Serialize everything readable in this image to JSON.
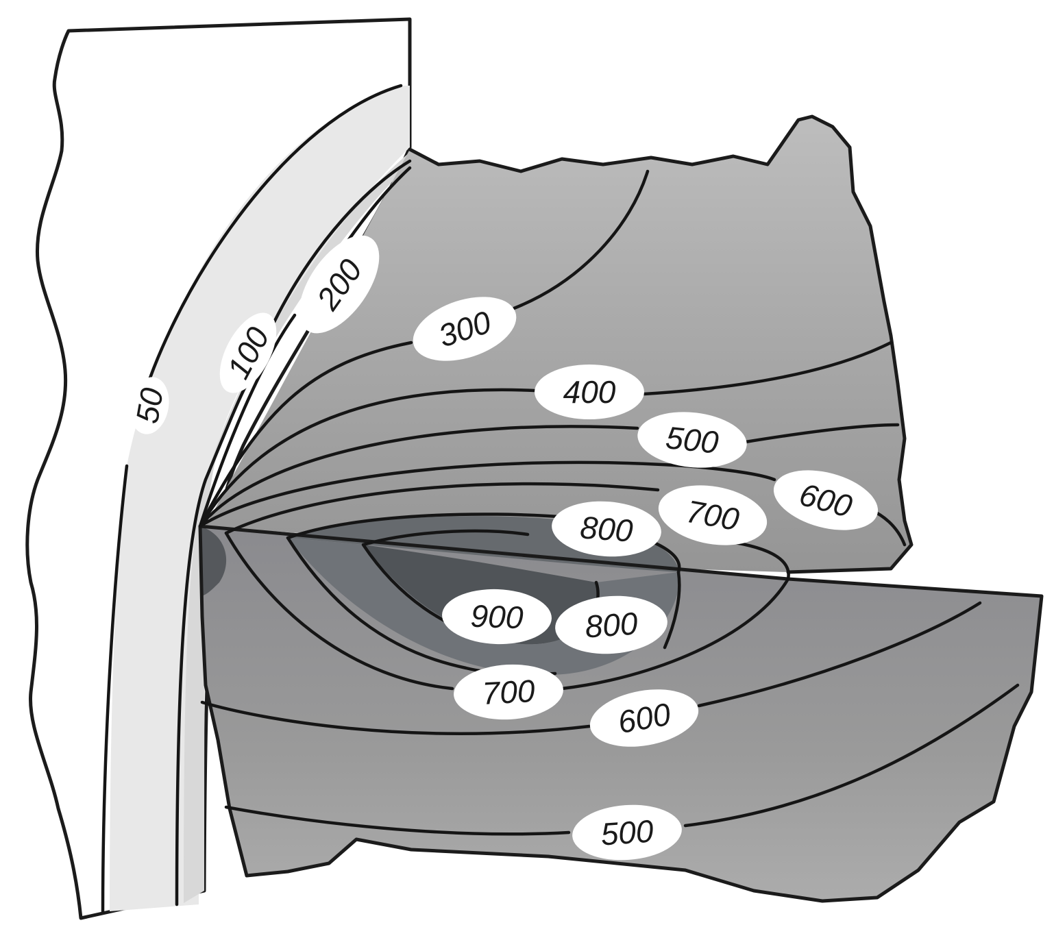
{
  "diagram": {
    "type": "isotherm-cutaway",
    "colors": {
      "background": "#ffffff",
      "outer_block": "#f4f4f4",
      "band_50": "#e6e6e6",
      "band_100": "#d5d5d5",
      "back_face": "#a9a9a9",
      "front_face": "#999999",
      "core_dark": "#4a4d52",
      "contour_line": "#151515"
    },
    "contour_labels": {
      "t50": "50",
      "t100": "100",
      "t200": "200",
      "t300": "300",
      "t400": "400",
      "t500_top": "500",
      "t600_top": "600",
      "t700_top": "700",
      "t800_top": "800",
      "t900": "900",
      "t800_front": "800",
      "t700_front": "700",
      "t600_front": "600",
      "t500_front": "500"
    }
  }
}
